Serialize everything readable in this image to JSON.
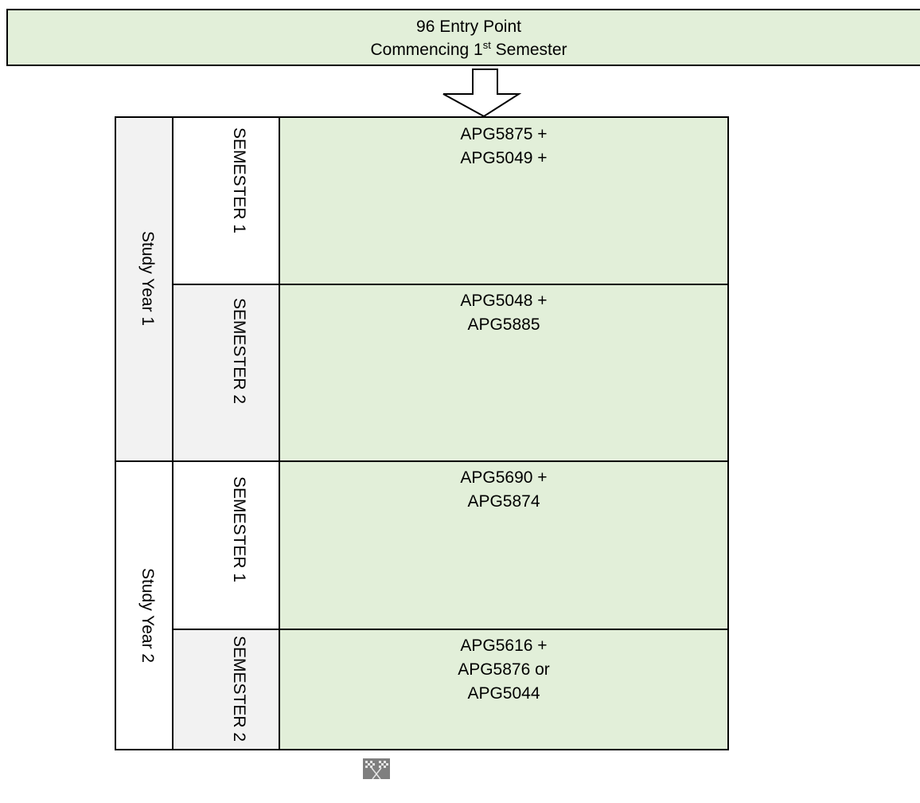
{
  "header": {
    "line1": "96 Entry Point",
    "line2_prefix": "Commencing 1",
    "line2_sup": "st",
    "line2_suffix": " Semester"
  },
  "years": [
    {
      "label": "Study Year 1",
      "semesters": [
        {
          "label": "SEMESTER 1",
          "units": [
            "APG5875 +",
            "APG5049 +"
          ]
        },
        {
          "label": "SEMESTER 2",
          "units": [
            "APG5048 +",
            "APG5885"
          ]
        }
      ]
    },
    {
      "label": "Study Year 2",
      "semesters": [
        {
          "label": "SEMESTER 1",
          "units": [
            "APG5690 +",
            "APG5874"
          ]
        },
        {
          "label": "SEMESTER 2",
          "units": [
            "APG5616 +",
            "APG5876 or",
            "APG5044"
          ]
        }
      ]
    }
  ],
  "icons": {
    "down_arrow": "down-arrow-icon",
    "finish": "checkered-flag-icon"
  },
  "colors": {
    "green_fill": "#e2efd9",
    "grey_fill": "#f2f2f2",
    "border": "#000000"
  }
}
